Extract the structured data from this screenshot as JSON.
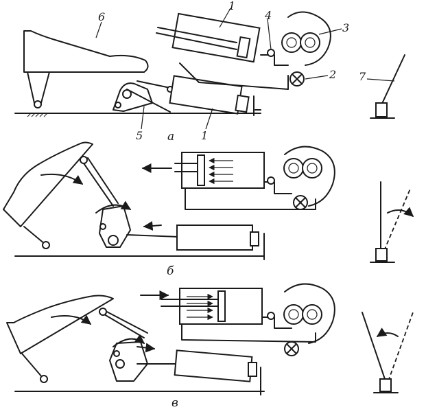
{
  "labels": {
    "n1": "1",
    "n2": "2",
    "n3": "3",
    "n4": "4",
    "n5": "5",
    "n6": "6",
    "n7": "7",
    "sub_a": "а",
    "sub_b": "б",
    "sub_c": "в"
  },
  "colors": {
    "ink": "#1a1a1a",
    "paper": "#ffffff"
  }
}
